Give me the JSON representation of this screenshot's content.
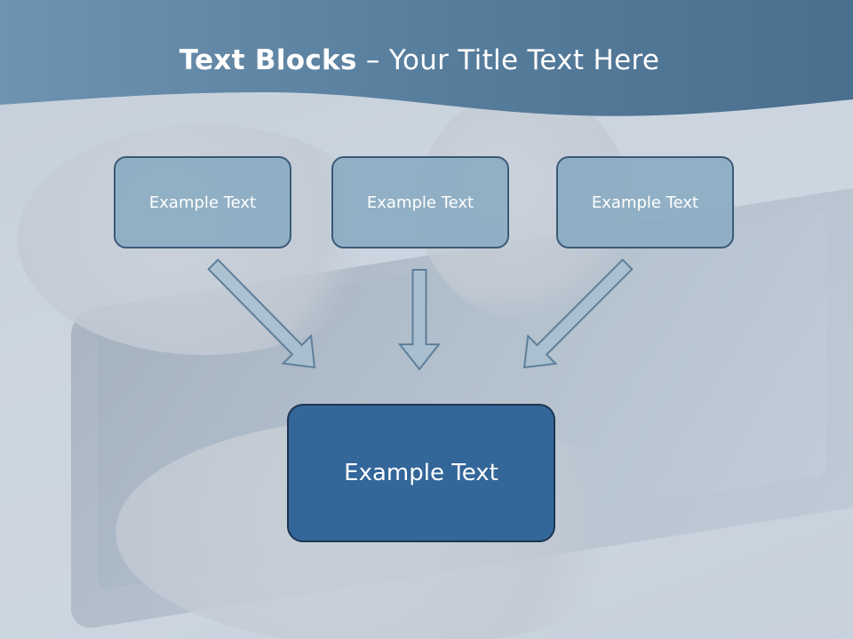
{
  "slide": {
    "title_bold": "Text Blocks",
    "title_separator": " – ",
    "title_rest": "Your Title Text Here"
  },
  "diagram": {
    "top_boxes": [
      {
        "label": "Example Text"
      },
      {
        "label": "Example Text"
      },
      {
        "label": "Example Text"
      }
    ],
    "bottom_box": {
      "label": "Example Text"
    }
  },
  "colors": {
    "header_dark": "#4a6f8f",
    "header_light": "#6e93b0",
    "small_box_fill": "#8cacc2",
    "small_box_border": "#3b5a78",
    "large_box_fill": "#336699",
    "arrow_fill": "#a8c0d0",
    "arrow_stroke": "#5e7f9a"
  }
}
